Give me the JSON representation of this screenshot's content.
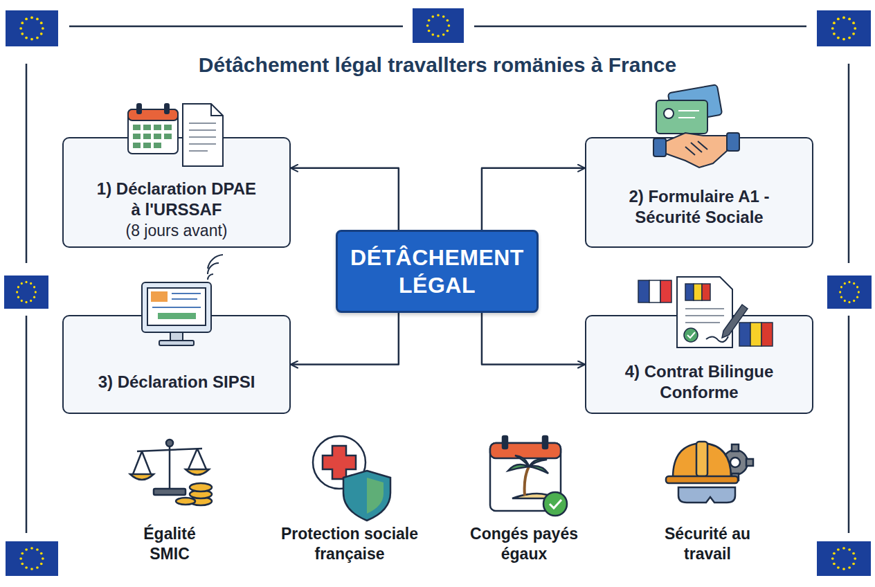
{
  "diagram": {
    "title": "Détâchement légal travallters romänies à France",
    "nodes": [
      {
        "text": [
          "1) Déclaration DPAE à l'URSSAF",
          "(8 jours avant)"
        ]
      },
      {
        "text": [
          "2) Formulaire A1 - Sécurité Sociale"
        ]
      },
      {
        "text": [
          "DÉTÂCHEMENT LÉGAL"
        ]
      },
      {
        "text": [
          "3) Déclaration SIPSI"
        ]
      },
      {
        "text": [
          "4) Contrat Bilingue Conforme"
        ]
      }
    ],
    "edges": [
      {
        "from": 2,
        "to": 0,
        "arrow": "to"
      },
      {
        "from": 2,
        "to": 1,
        "arrow": "to"
      },
      {
        "from": 2,
        "to": 3,
        "arrow": "to"
      },
      {
        "from": 2,
        "to": 4,
        "arrow": "to"
      }
    ],
    "labels": [
      "Égalité SMIC",
      "Protection sociale française",
      "Congés payés égaux",
      "Sécurité au travail"
    ]
  }
}
